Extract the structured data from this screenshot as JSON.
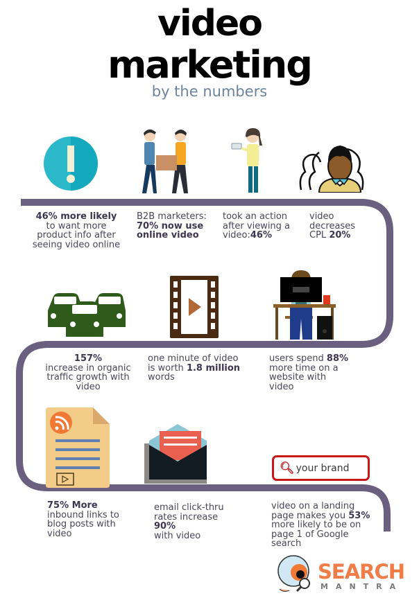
{
  "header": {
    "title_line1": "video",
    "title_line2": "marketing",
    "subtitle": "by the numbers"
  },
  "colors": {
    "path": "#6b5f80",
    "accent_red": "#c8161d",
    "logo_orange": "#f07d48",
    "subtitle_blue": "#6d849c",
    "text": "#4a4558"
  },
  "row1": [
    {
      "icon": "exclamation-circle-icon",
      "bold": "46% more likely",
      "text": "to want more product info after seeing video online"
    },
    {
      "icon": "people-handing-box-icon",
      "pre": "B2B marketers:",
      "bold": "70% now use online video"
    },
    {
      "icon": "woman-with-tablet-icon",
      "pre": "took an action after viewing a video:",
      "bold": "46%"
    },
    {
      "icon": "audience-group-icon",
      "pre": "video decreases CPL",
      "bold": "20%"
    }
  ],
  "row2": [
    {
      "icon": "traffic-cars-icon",
      "bold": "157%",
      "text": "increase in organic traffic growth with video"
    },
    {
      "icon": "film-strip-play-icon",
      "pre": "one minute of video is worth",
      "bold": "1.8 million",
      "post": "words"
    },
    {
      "icon": "person-at-computer-icon",
      "pre": "users spend",
      "bold": "88%",
      "post": "more time on a website with video"
    }
  ],
  "row3": [
    {
      "icon": "rss-document-icon",
      "bold": "75% More",
      "text": "inbound links to blog posts with video"
    },
    {
      "icon": "open-envelope-icon",
      "pre": "email click-thru rates increase",
      "bold": "90%",
      "post": "with video"
    },
    {
      "icon": "search-box-icon",
      "search_text": "your brand",
      "pre": "video on a landing page makes you",
      "bold": "53%",
      "post": "more likely to be on page 1 of Google search"
    }
  ],
  "logo": {
    "name": "SEARCH",
    "tagline": "MANTRA"
  }
}
